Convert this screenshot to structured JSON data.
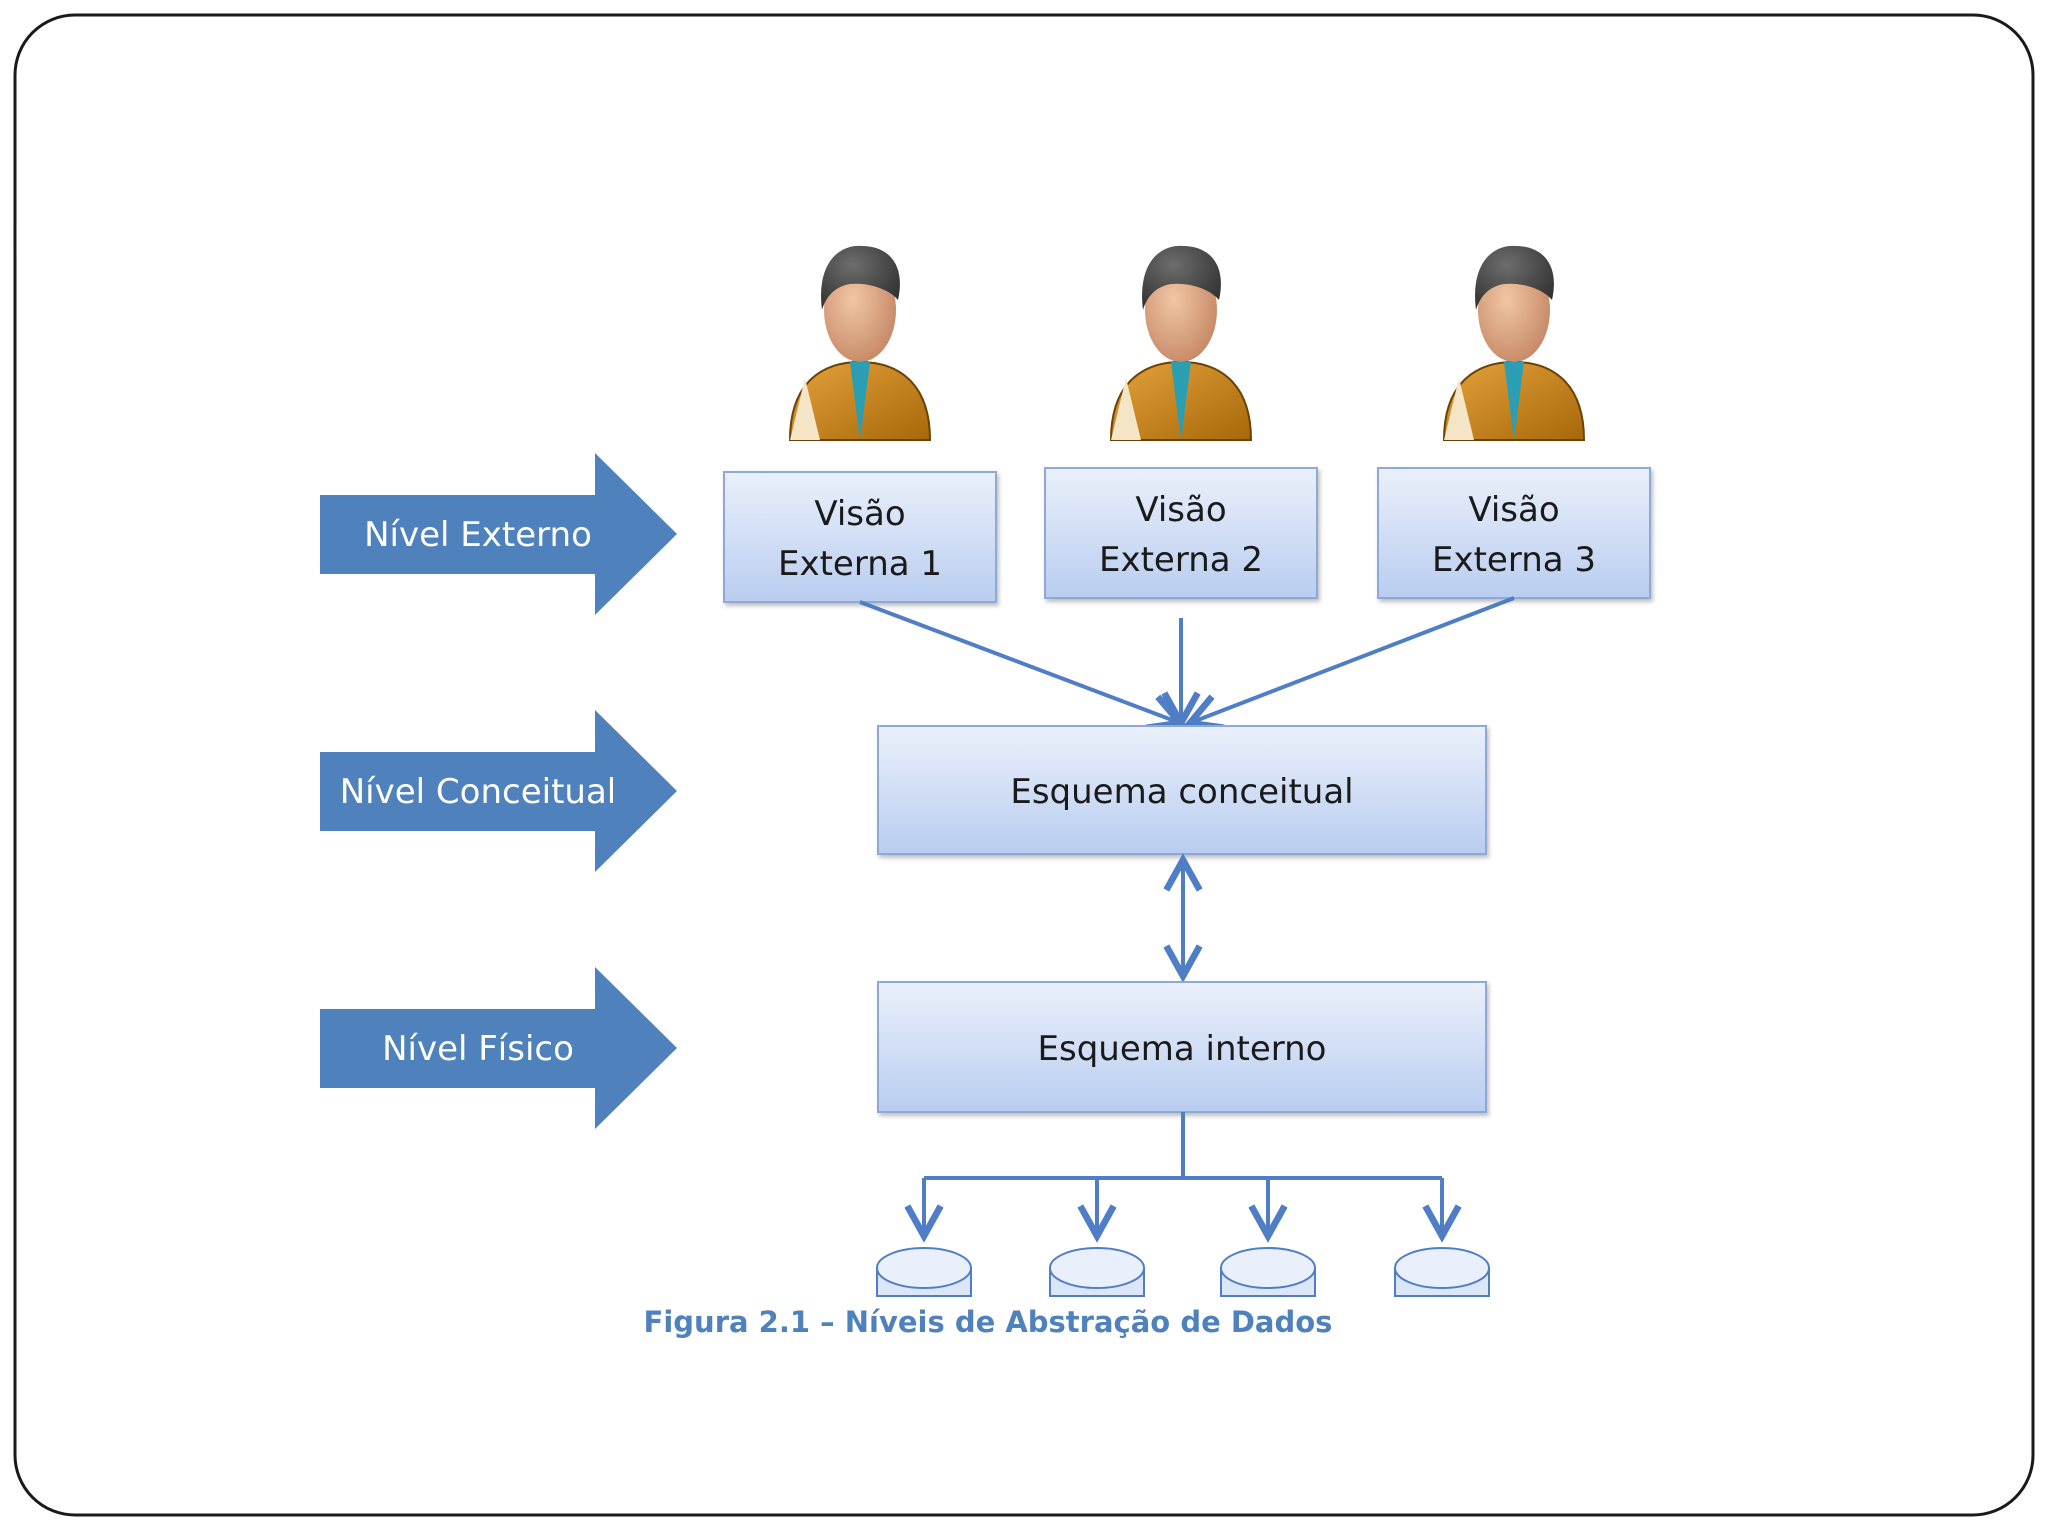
{
  "colors": {
    "level_arrow": "#4f81bd",
    "box_fill_top": "#eaf0fb",
    "box_fill_bottom": "#b9cdf0",
    "box_border": "#8ea9d6",
    "connector": "#4f7ec7",
    "caption": "#4f81bd",
    "frame": "#1a1a1a",
    "person_suit": "#c8830f",
    "person_tie": "#1f8ea0",
    "person_skin": "#d9a07a",
    "person_hair": "#3a3a3a"
  },
  "levels": [
    {
      "label": "Nível Externo"
    },
    {
      "label": "Nível Conceitual"
    },
    {
      "label": "Nível Físico"
    }
  ],
  "users": [
    {
      "icon": "user-icon"
    },
    {
      "icon": "user-icon"
    },
    {
      "icon": "user-icon"
    }
  ],
  "external_views": [
    {
      "line1": "Visão",
      "line2": "Externa 1"
    },
    {
      "line1": "Visão",
      "line2": "Externa 2"
    },
    {
      "line1": "Visão",
      "line2": "Externa 3"
    }
  ],
  "conceptual_schema": {
    "label": "Esquema conceitual"
  },
  "internal_schema": {
    "label": "Esquema interno"
  },
  "storage": [
    {
      "icon": "database-icon"
    },
    {
      "icon": "database-icon"
    },
    {
      "icon": "database-icon"
    },
    {
      "icon": "database-icon"
    }
  ],
  "caption": "Figura 2.1 – Níveis de Abstração de Dados"
}
